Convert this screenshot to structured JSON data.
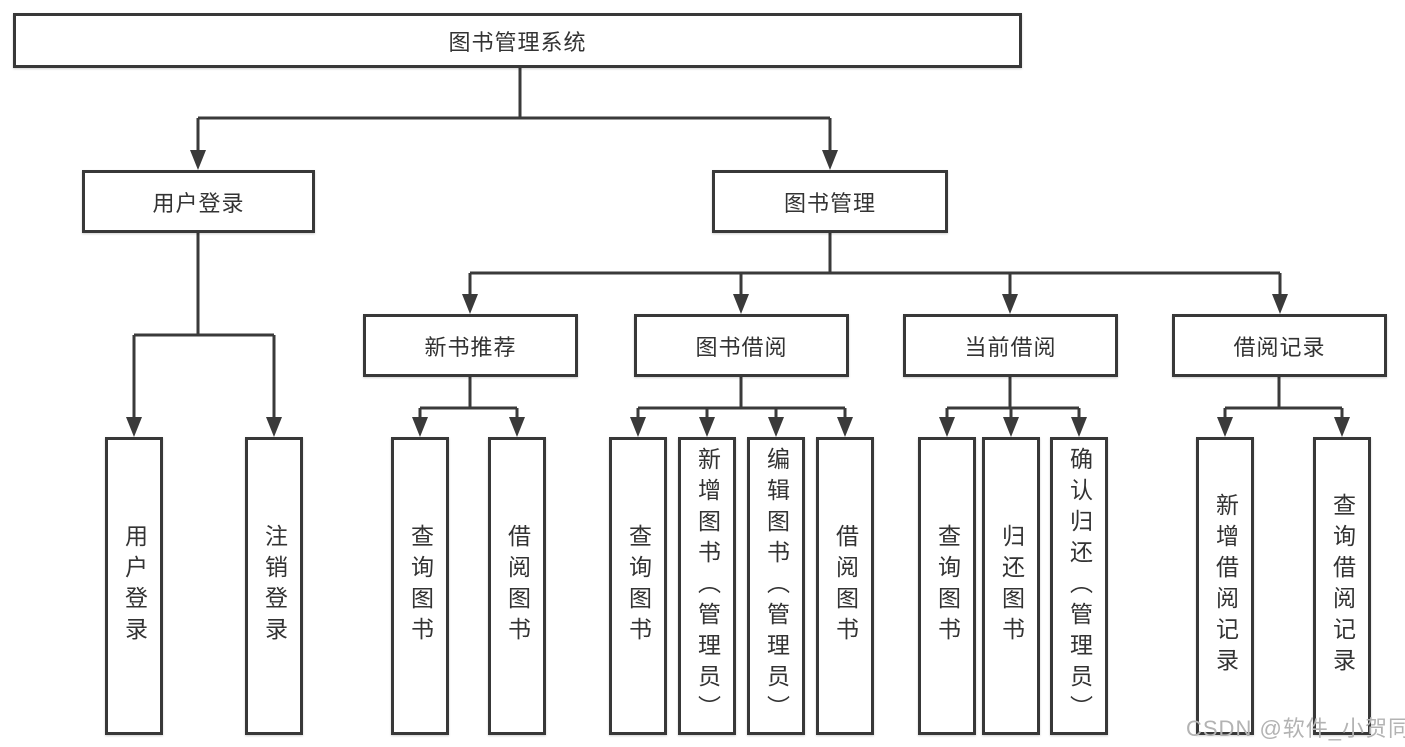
{
  "colors": {
    "line": "#3a3a3a",
    "text": "#333333",
    "background": "#ffffff",
    "watermark": "#b3b3b3"
  },
  "watermark": "CSDN @软件_小贺同学",
  "tree": {
    "label": "图书管理系统",
    "children": [
      {
        "label": "用户登录",
        "children": [
          {
            "label": "用户登录"
          },
          {
            "label": "注销登录"
          }
        ]
      },
      {
        "label": "图书管理",
        "children": [
          {
            "label": "新书推荐",
            "children": [
              {
                "label": "查询图书"
              },
              {
                "label": "借阅图书"
              }
            ]
          },
          {
            "label": "图书借阅",
            "children": [
              {
                "label": "查询图书"
              },
              {
                "label": "新增图书（管理员）"
              },
              {
                "label": "编辑图书（管理员）"
              },
              {
                "label": "借阅图书"
              }
            ]
          },
          {
            "label": "当前借阅",
            "children": [
              {
                "label": "查询图书"
              },
              {
                "label": "归还图书"
              },
              {
                "label": "确认归还（管理员）"
              }
            ]
          },
          {
            "label": "借阅记录",
            "children": [
              {
                "label": "新增借阅记录"
              },
              {
                "label": "查询借阅记录"
              }
            ]
          }
        ]
      }
    ]
  }
}
